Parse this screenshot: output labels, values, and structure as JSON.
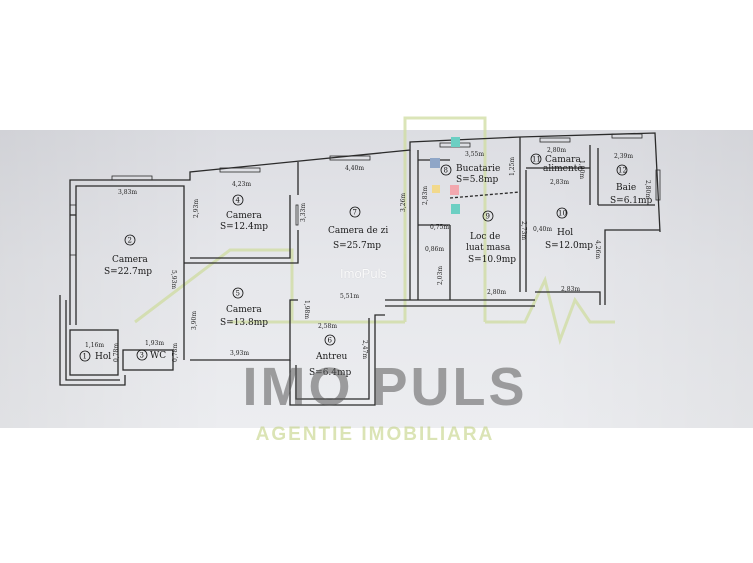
{
  "watermark": {
    "small": "ImoPuls",
    "brand": "IMO PULS",
    "tagline": "AGENTIE IMOBILIARA",
    "accent_color": "#c4d48a"
  },
  "plan": {
    "rooms": [
      {
        "num": "1",
        "name": "Hol",
        "area": ""
      },
      {
        "num": "2",
        "name": "Camera",
        "area": "S=22.7mp"
      },
      {
        "num": "3",
        "name": "WC",
        "area": ""
      },
      {
        "num": "4",
        "name": "Camera",
        "area": "S=12.4mp"
      },
      {
        "num": "5",
        "name": "Camera",
        "area": "S=13.8mp"
      },
      {
        "num": "6",
        "name": "Antreu",
        "area": "S=6.4mp"
      },
      {
        "num": "7",
        "name": "Camera de zi",
        "area": "S=25.7mp"
      },
      {
        "num": "8",
        "name": "Bucatarie",
        "area": "S=5.8mp"
      },
      {
        "num": "9",
        "name": "Loc de luat masa",
        "name_line2": "luat masa",
        "name_line1": "Loc de",
        "area": "S=10.9mp"
      },
      {
        "num": "10",
        "name": "Hol",
        "area": "S=12.0mp"
      },
      {
        "num": "11",
        "name": "Camara alimente",
        "name_line1": "Camara",
        "name_line2": "alimente",
        "area": ""
      },
      {
        "num": "12",
        "name": "Baie",
        "area": "S=6.1mp"
      }
    ],
    "dimensions": {
      "d383": "3,83m",
      "d593": "5,93m",
      "d423": "4,23m",
      "d293": "2,93m",
      "d440": "4,40m",
      "d333": "3,33m",
      "d326": "3,26m",
      "d355": "3,55m",
      "d283a": "2,83m",
      "d125": "1,25m",
      "d075": "0,75m",
      "d086": "0,86m",
      "d280a": "2,80m",
      "d100": "1,00m",
      "d283b": "2,83m",
      "d239": "2,39m",
      "d280b": "2,80m",
      "d040": "0,40m",
      "d273": "2,73m",
      "d426": "4,26m",
      "d283c": "2,83m",
      "d203": "2,03m",
      "d551": "5,51m",
      "d280c": "2,80m",
      "d198": "1,98m",
      "d390": "3,90m",
      "d393": "3,93m",
      "d258": "2,58m",
      "d247": "2,47m",
      "d116": "1,16m",
      "d193": "1,93m",
      "d078a": "0,78m",
      "d078b": "0,78m"
    }
  }
}
